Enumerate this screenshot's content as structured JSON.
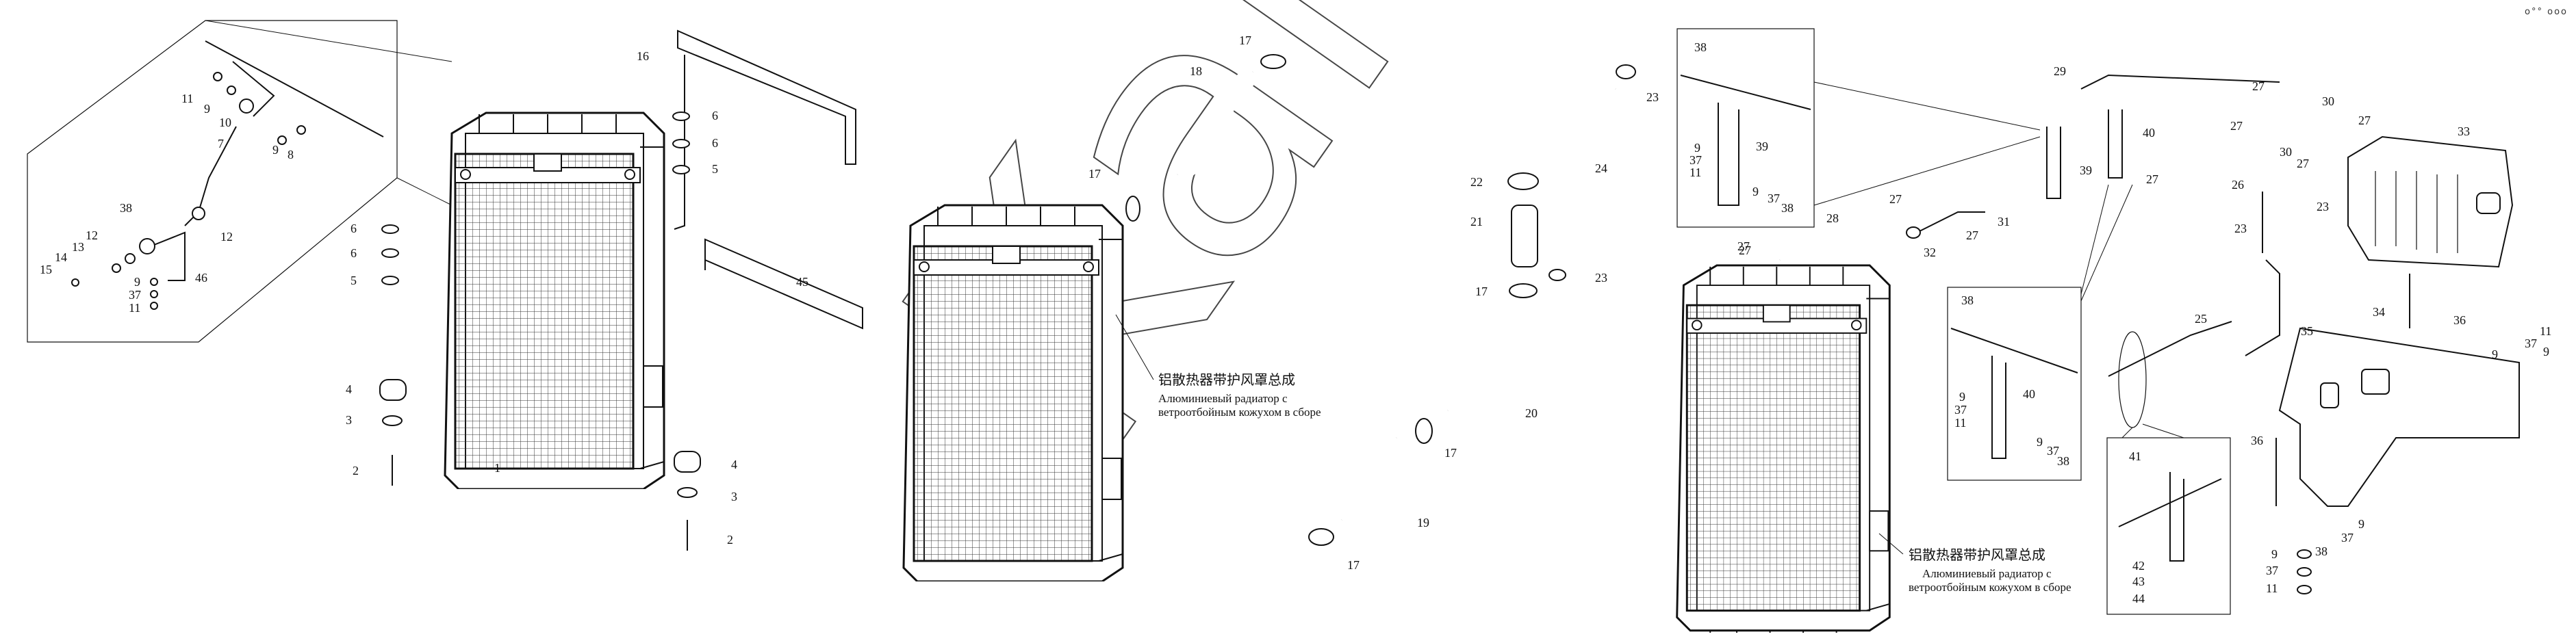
{
  "corner_marks": "o°° ooo",
  "watermark": "Kam",
  "captions": {
    "cn_a": "铝散热器带护风罩总成",
    "ru_a1": "Алюминиевый радиатор с",
    "ru_a2": "ветроотбойным кожухом в сборе",
    "cn_b": "铝散热器带护风罩总成",
    "ru_b1": "Алюминиевый радиатор с",
    "ru_b2": "ветроотбойным кожухом в сборе"
  },
  "callouts": {
    "p1": {
      "c11": "11",
      "c9a": "9",
      "c10": "10",
      "c7": "7",
      "c9b": "9",
      "c8": "8",
      "c12": "12",
      "c38": "38",
      "c13": "13",
      "c14": "14",
      "c15": "15",
      "c12b": "12",
      "c46": "46",
      "c9c": "9",
      "c37": "37",
      "c11b": "11",
      "c16": "16",
      "c6a": "6",
      "c6b": "6",
      "c5a": "5",
      "c6c": "6",
      "c6d": "6",
      "c5b": "5",
      "c4a": "4",
      "c3a": "3",
      "c2a": "2",
      "c1": "1",
      "c45": "45",
      "c4b": "4",
      "c3b": "3",
      "c2b": "2"
    },
    "p2": {
      "c17a": "17",
      "c18": "18",
      "c17b": "17",
      "c23a": "23",
      "c24": "24",
      "c22": "22",
      "c21": "21",
      "c17c": "17",
      "c23b": "23",
      "c20": "20",
      "c17d": "17",
      "c19": "19",
      "c17e": "17"
    },
    "p3": {
      "c38a": "38",
      "c9a": "9",
      "c37a": "37",
      "c11a": "11",
      "c39a": "39",
      "c9b": "9",
      "c37b": "37",
      "c38b": "38",
      "c29": "29",
      "c40a": "40",
      "c39b": "39",
      "c27a": "27",
      "c27b": "27",
      "c28": "28",
      "c27c": "27",
      "c31": "31",
      "c27d": "27",
      "c32": "32",
      "c27e": "27",
      "c30a": "30",
      "c27f": "27",
      "c30b": "30",
      "c27g": "27",
      "c33": "33",
      "c26": "26",
      "c23a": "23",
      "c23b": "23",
      "c34": "34",
      "c36a": "36",
      "c35": "35",
      "c9c": "9",
      "c37c": "37",
      "c11b": "11",
      "c38c": "38",
      "c40b": "40",
      "c9d": "9",
      "c37d": "37",
      "c11c": "11",
      "c9e": "9",
      "c37e": "37",
      "c38d": "38",
      "c25": "25",
      "c41": "41",
      "c42": "42",
      "c43": "43",
      "c44": "44",
      "c36b": "36",
      "c9f": "9",
      "c37f": "37",
      "c38e": "38",
      "c9g": "9",
      "c37g": "37",
      "c11d": "11",
      "c9h": "9"
    }
  }
}
